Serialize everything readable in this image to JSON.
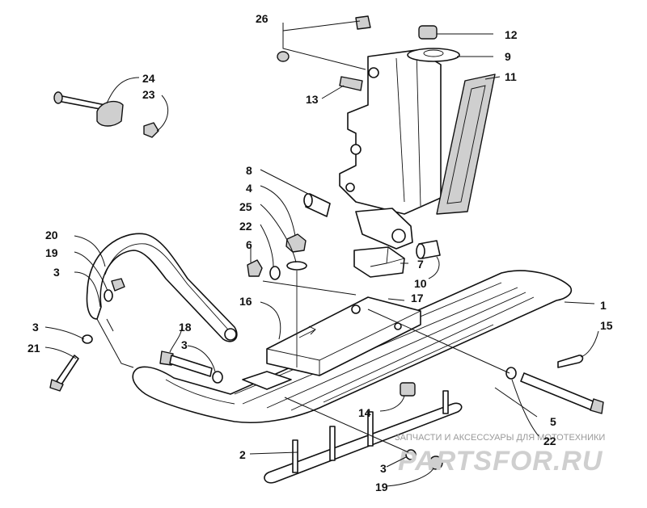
{
  "callouts": [
    {
      "num": "26"
    },
    {
      "num": "12"
    },
    {
      "num": "9"
    },
    {
      "num": "11"
    },
    {
      "num": "24"
    },
    {
      "num": "23"
    },
    {
      "num": "13"
    },
    {
      "num": "8"
    },
    {
      "num": "4"
    },
    {
      "num": "25"
    },
    {
      "num": "22"
    },
    {
      "num": "6"
    },
    {
      "num": "7"
    },
    {
      "num": "10"
    },
    {
      "num": "20"
    },
    {
      "num": "19"
    },
    {
      "num": "3"
    },
    {
      "num": "16"
    },
    {
      "num": "17"
    },
    {
      "num": "1"
    },
    {
      "num": "18"
    },
    {
      "num": "3"
    },
    {
      "num": "3"
    },
    {
      "num": "21"
    },
    {
      "num": "15"
    },
    {
      "num": "14"
    },
    {
      "num": "5"
    },
    {
      "num": "22"
    },
    {
      "num": "2"
    },
    {
      "num": "3"
    },
    {
      "num": "19"
    }
  ],
  "watermark": {
    "tagline": "ЗАПЧАСТИ И АКСЕССУАРЫ ДЛЯ МОТОТЕХНИКИ",
    "logo": "PARTSFOR.RU"
  },
  "colors": {
    "line": "#111111",
    "fill": "#ffffff",
    "shade": "#cfcfcf",
    "watermark": "#cfcfcf"
  }
}
